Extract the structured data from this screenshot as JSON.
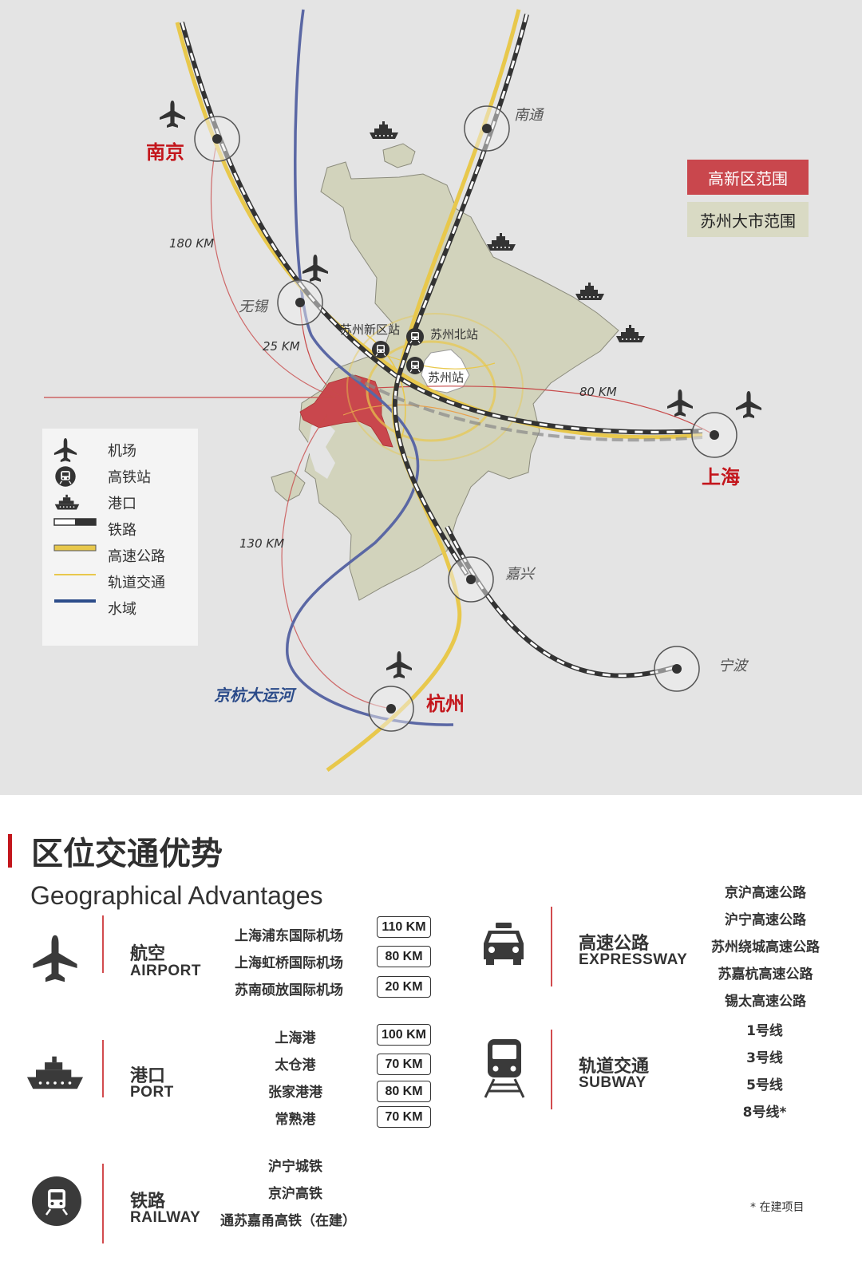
{
  "map": {
    "range_tags": {
      "hitech": "高新区范围",
      "city": "苏州大市范围"
    },
    "cities": {
      "nanjing": "南京",
      "shanghai": "上海",
      "hangzhou": "杭州",
      "nantong": "南通",
      "wuxi": "无锡",
      "jiaxing": "嘉兴",
      "ningbo": "宁波"
    },
    "distances": {
      "nanjing": "180 KM",
      "wuxi": "25 KM",
      "shanghai": "80 KM",
      "hangzhou": "130 KM"
    },
    "stations": {
      "new_district": "苏州新区站",
      "north": "苏州北站",
      "main": "苏州站"
    },
    "canal": "京杭大运河",
    "legend": [
      {
        "icon": "airplane-icon",
        "label": "机场"
      },
      {
        "icon": "train-station-icon",
        "label": "高铁站"
      },
      {
        "icon": "ship-icon",
        "label": "港口"
      },
      {
        "icon": "railway-line-icon",
        "label": "铁路"
      },
      {
        "icon": "expressway-line-icon",
        "label": "高速公路"
      },
      {
        "icon": "rail-transit-line-icon",
        "label": "轨道交通"
      },
      {
        "icon": "water-line-icon",
        "label": "水域"
      }
    ],
    "colors": {
      "background": "#e4e4e4",
      "city_area": "#d2d3bc",
      "hitech_area": "#c9474d",
      "expressway": "#e8c84c",
      "water": "#5a67a4",
      "red_label": "#c3161c"
    }
  },
  "section": {
    "title_zh": "区位交通优势",
    "title_en": "Geographical Advantages"
  },
  "categories": {
    "airport": {
      "zh": "航空",
      "en": "AIRPORT",
      "items": [
        {
          "name": "上海浦东国际机场",
          "km": "110 KM"
        },
        {
          "name": "上海虹桥国际机场",
          "km": "80 KM"
        },
        {
          "name": "苏南硕放国际机场",
          "km": "20 KM"
        }
      ]
    },
    "port": {
      "zh": "港口",
      "en": "PORT",
      "items": [
        {
          "name": "上海港",
          "km": "100 KM"
        },
        {
          "name": "太仓港",
          "km": "70 KM"
        },
        {
          "name": "张家港港",
          "km": "80 KM"
        },
        {
          "name": "常熟港",
          "km": "70 KM"
        }
      ]
    },
    "railway": {
      "zh": "铁路",
      "en": "RAILWAY",
      "items": [
        "沪宁城铁",
        "京沪高铁",
        "通苏嘉甬高铁（在建）"
      ]
    },
    "expressway": {
      "zh": "高速公路",
      "en": "EXPRESSWAY",
      "items": [
        "京沪高速公路",
        "沪宁高速公路",
        "苏州绕城高速公路",
        "苏嘉杭高速公路",
        "锡太高速公路"
      ]
    },
    "subway": {
      "zh": "轨道交通",
      "en": "SUBWAY",
      "items": [
        "1号线",
        "3号线",
        "5号线",
        "8号线*"
      ]
    }
  },
  "note": "* 在建项目"
}
